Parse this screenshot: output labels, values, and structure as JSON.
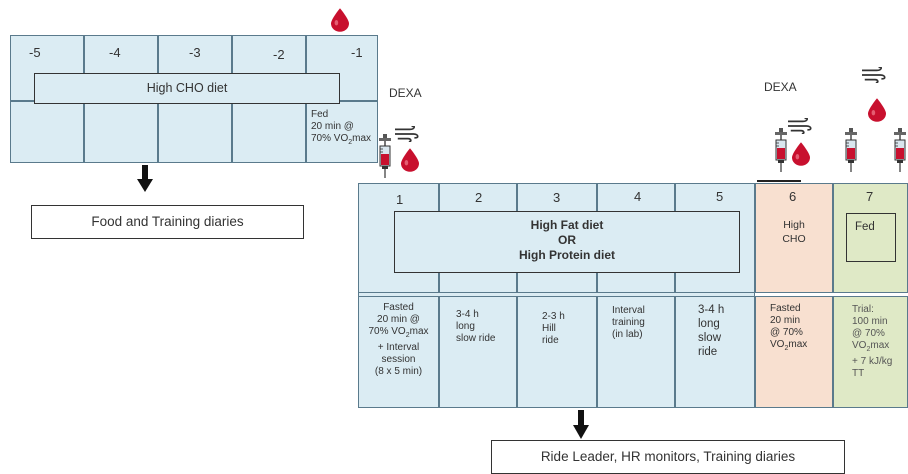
{
  "prephase": {
    "days": [
      "-5",
      "-4",
      "-3",
      "-2",
      "-1"
    ],
    "diet_label": "High CHO diet",
    "day_minus1_note_1": "Fed",
    "day_minus1_note_2": "20 min @",
    "day_minus1_note_3": "70% VO",
    "day_minus1_note_sub": "2",
    "day_minus1_note_4": "max"
  },
  "food_diaries_label": "Food and Training diaries",
  "dexa_left": "DEXA",
  "dexa_right": "DEXA",
  "intervention": {
    "days": [
      "1",
      "2",
      "3",
      "4",
      "5"
    ],
    "diet_line1": "High Fat diet",
    "diet_line2": "OR",
    "diet_line3": "High Protein diet",
    "activities": [
      {
        "l1": "Fasted",
        "l2": "20 min @",
        "l3a": "70% VO",
        "l3s": "2",
        "l3b": "max",
        "l4": "+ Interval",
        "l5": "session",
        "l6": "(8 x 5 min)"
      },
      {
        "l1": "3-4 h",
        "l2": "long",
        "l3": "slow ride"
      },
      {
        "l1": "2-3 h",
        "l2": "Hill",
        "l3": "ride"
      },
      {
        "l1": "Interval",
        "l2": "training",
        "l3": "(in lab)"
      },
      {
        "l1": "3-4 h",
        "l2": "long",
        "l3": "slow",
        "l4": "ride"
      }
    ]
  },
  "day6": {
    "day": "6",
    "diet_l1": "High",
    "diet_l2": "CHO",
    "act_l1": "Fasted",
    "act_l2": "20 min",
    "act_l3": "@ 70%",
    "act_l4a": "VO",
    "act_l4s": "2",
    "act_l4b": "max"
  },
  "day7": {
    "day": "7",
    "fed": "Fed",
    "act_l1": "Trial:",
    "act_l2": "100 min",
    "act_l3": "@ 70%",
    "act_l4a": "VO",
    "act_l4s": "2",
    "act_l4b": "max",
    "act_l5": "+ 7 kJ/kg",
    "act_l6": "TT"
  },
  "ride_label": "Ride Leader, HR monitors, Training diaries",
  "colors": {
    "blue_cell": "#dbecf3",
    "peach_cell": "#f8e0d0",
    "green_cell": "#dfe9c6",
    "blood": "#c8102e",
    "border": "#5a7a8c"
  },
  "icons": [
    "blood-drop-icon",
    "syringe-icon",
    "breath-icon",
    "down-arrow-icon"
  ]
}
